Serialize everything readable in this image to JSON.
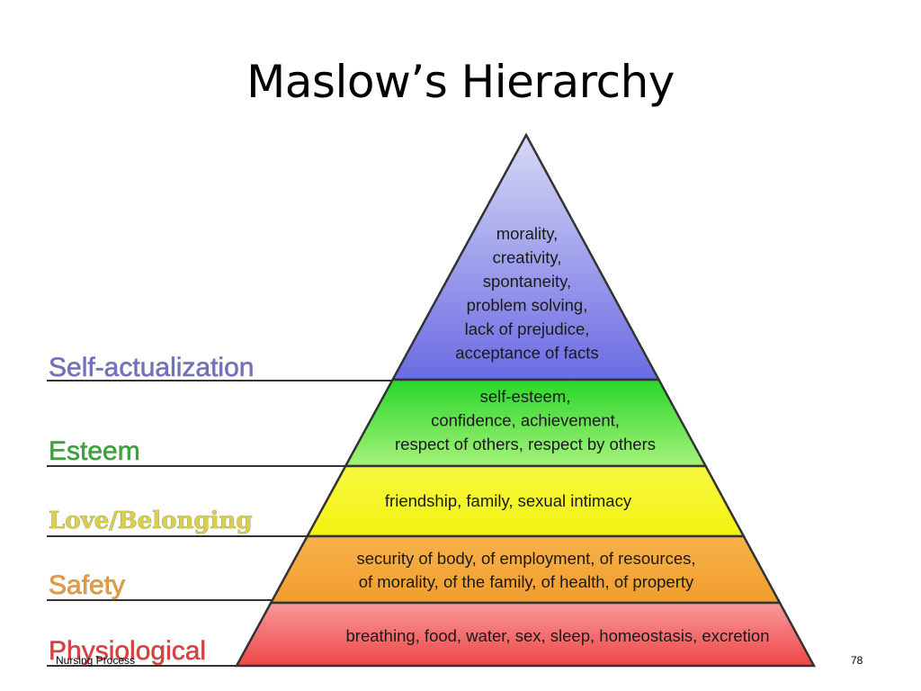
{
  "title": "Maslow’s Hierarchy",
  "levels": [
    {
      "key": "self-actualization",
      "name": "Self-actualization",
      "name_color": "#6f72c4",
      "fill_top": "#d6d9f5",
      "fill_bottom": "#6b6be3",
      "lines": [
        "morality,",
        "creativity,",
        "spontaneity,",
        "problem solving,",
        "lack of prejudice,",
        "acceptance of facts"
      ]
    },
    {
      "key": "esteem",
      "name": "Esteem",
      "name_color": "#33a833",
      "fill_top": "#29d629",
      "fill_bottom": "#a6f27a",
      "lines": [
        "self-esteem,",
        "confidence, achievement,",
        "respect of others, respect by others"
      ]
    },
    {
      "key": "love-belonging",
      "name": "Love/Belonging",
      "name_color": "#d9cf4a",
      "fill_top": "#f7f740",
      "fill_bottom": "#f3f312",
      "lines": [
        "friendship, family, sexual intimacy"
      ]
    },
    {
      "key": "safety",
      "name": "Safety",
      "name_color": "#f09a33",
      "fill_top": "#f7b24a",
      "fill_bottom": "#f29d2d",
      "lines": [
        "security of body, of employment, of resources,",
        "of morality, of the family, of health, of property"
      ]
    },
    {
      "key": "physiological",
      "name": "Physiological",
      "name_color": "#e23c3c",
      "fill_top": "#f79a9a",
      "fill_bottom": "#ef4646",
      "lines": [
        "breathing, food, water, sex, sleep, homeostasis, excretion"
      ]
    }
  ],
  "footer": {
    "left": "Nursing Process",
    "page": "78"
  }
}
